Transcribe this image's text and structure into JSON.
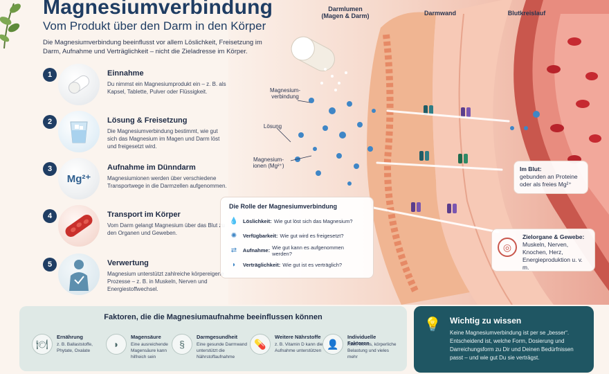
{
  "header": {
    "title": "Magnesiumverbindung",
    "subtitle": "Vom Produkt über den Darm in den Körper",
    "intro": "Die Magnesiumverbindung beeinflusst vor allem Löslichkeit, Freisetzung im Darm, Aufnahme und Verträglichkeit – nicht die Zieladresse im Körper."
  },
  "steps": [
    {
      "num": "1",
      "title": "Einnahme",
      "text": "Du nimmst ein Magnesiumprodukt ein – z. B. als Kapsel, Tablette, Pulver oder Flüssigkeit.",
      "icon": "capsule-icon"
    },
    {
      "num": "2",
      "title": "Lösung & Freisetzung",
      "text": "Die Magnesiumverbindung bestimmt, wie gut sich das Magnesium im Magen und Darm löst und freigesetzt wird.",
      "icon": "glass-icon"
    },
    {
      "num": "3",
      "title": "Aufnahme im Dünndarm",
      "text": "Magnesiumionen werden über verschiedene Transportwege in die Darmzellen aufgenommen.",
      "icon": "magnesium-ion-icon",
      "icon_text": "Mg²⁺"
    },
    {
      "num": "4",
      "title": "Transport im Körper",
      "text": "Vom Darm gelangt Magnesium über das Blut zu den Organen und Geweben.",
      "icon": "blood-vessel-icon"
    },
    {
      "num": "5",
      "title": "Verwertung",
      "text": "Magnesium unterstützt zahlreiche körpereigene Prozesse – z. B. in Muskeln, Nerven und Energiestoffwechsel.",
      "icon": "body-icon"
    }
  ],
  "diagram": {
    "columns": [
      "Darmlumen\n(Magen & Darm)",
      "Darmwand",
      "Blutkreislauf"
    ],
    "labels": {
      "compound": "Magnesium-\nverbindung",
      "solution": "Lösung",
      "ions": "Magnesium-\nionen (Mg²⁺)"
    },
    "blood_callout": {
      "title": "Im Blut:",
      "text": "gebunden an Proteine oder als freies Mg²⁺"
    },
    "target_callout": {
      "title": "Zielorgane & Gewebe:",
      "text": "Muskeln, Nerven, Knochen, Herz, Energieproduktion u. v. m."
    }
  },
  "rolle": {
    "title": "Die Rolle der Magnesiumverbindung",
    "rows": [
      {
        "label": "Löslichkeit:",
        "text": "Wie gut löst sich das Magnesium?",
        "icon": "drop-icon"
      },
      {
        "label": "Verfügbarkeit:",
        "text": "Wie gut wird es freigesetzt?",
        "icon": "sparkle-icon"
      },
      {
        "label": "Aufnahme:",
        "text": "Wie gut kann es aufgenommen werden?",
        "icon": "arrows-icon"
      },
      {
        "label": "Verträglichkeit:",
        "text": "Wie gut ist es verträglich?",
        "icon": "stomach-icon"
      }
    ]
  },
  "factors": {
    "title": "Faktoren, die die Magnesiumaufnahme beeinflussen können",
    "items": [
      {
        "name": "Ernährung",
        "text": "z. B. Ballaststoffe, Phytate, Oxalate",
        "icon": "plate-icon"
      },
      {
        "name": "Magensäure",
        "text": "Eine ausreichende Magensäure kann hilfreich sein",
        "icon": "stomach-icon"
      },
      {
        "name": "Darmgesundheit",
        "text": "Eine gesunde Darmwand unterstützt die Nährstoffaufnahme",
        "icon": "intestine-icon"
      },
      {
        "name": "Weitere Nährstoffe",
        "text": "z. B. Vitamin D kann die Aufnahme unterstützen",
        "icon": "pills-icon"
      },
      {
        "name": "Individuelle Faktoren",
        "text": "Alter, Stress, körperliche Belastung und vieles mehr",
        "icon": "person-icon"
      }
    ]
  },
  "wichtig": {
    "title": "Wichtig zu wissen",
    "text": "Keine Magnesiumverbindung ist per se „besser“. Entscheidend ist, welche Form, Dosierung und Darreichungsform zu Dir und Deinen Bedürfnissen passt – und wie gut Du sie verträgst.",
    "icon": "lightbulb-icon"
  }
}
